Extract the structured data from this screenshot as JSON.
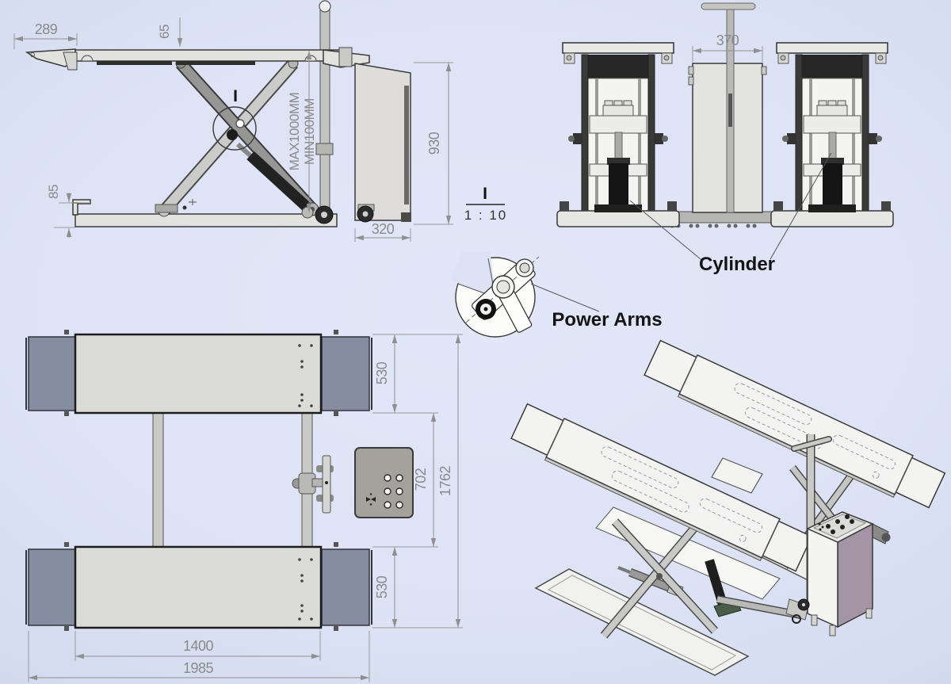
{
  "colors": {
    "background": "#dde3f5",
    "dimension_gray": "#8a8a8a",
    "label_black": "#141414",
    "flap_blue_gray": "#878da0",
    "cabinet_purple": "#a593a6",
    "panel_tan": "#a5a19b"
  },
  "side_view": {
    "dim_ramp": "289",
    "dim_pad": "65",
    "dim_base_height": "85",
    "dim_max": "MAX1000MM",
    "dim_min": "MIN100MM",
    "detail_marker": "I"
  },
  "console_side_view": {
    "dim_height": "930",
    "dim_depth": "320"
  },
  "detail_note": {
    "marker": "I",
    "scale": "1 : 10"
  },
  "front_view": {
    "dim_console_width": "370",
    "cylinder_label": "Cylinder"
  },
  "power_arms_detail": {
    "label": "Power Arms"
  },
  "plan_view": {
    "dim_platform_top": "530",
    "dim_gap": "702",
    "dim_overall_width": "1762",
    "dim_platform_bottom": "530",
    "dim_runway_length": "1400",
    "dim_overall_length": "1985"
  }
}
